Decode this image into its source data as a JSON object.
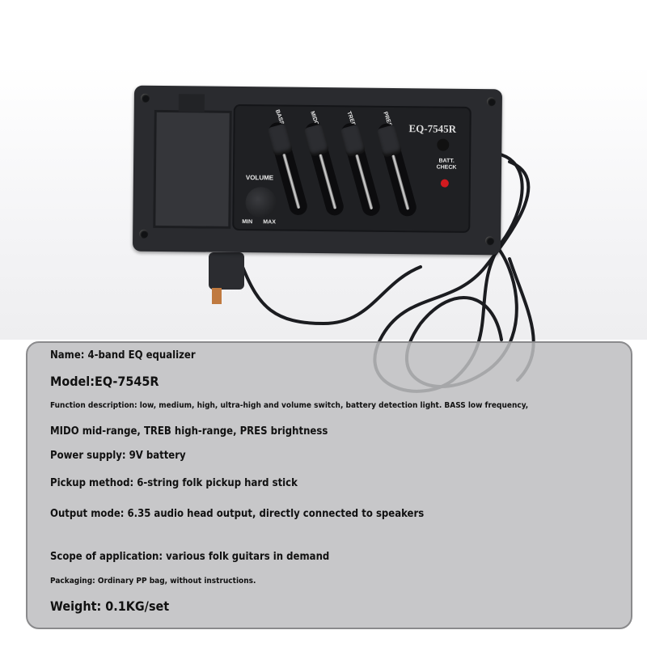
{
  "device": {
    "model": "EQ-7545R",
    "sliders": [
      "BASS",
      "MIDO.",
      "TREB.",
      "PRES."
    ],
    "volume": "VOLUME",
    "min": "MIN",
    "max": "MAX",
    "batt_check": "BATT. CHECK",
    "led_color": "#d21a1f"
  },
  "specs": {
    "name": "Name: 4-band EQ equalizer",
    "model": "Model:EQ-7545R",
    "function1": "Function description: low, medium, high, ultra-high and volume switch, battery detection light. BASS low frequency,",
    "function2": "MIDO mid-range, TREB high-range, PRES brightness",
    "power": "Power supply: 9V battery",
    "pickup": "Pickup method: 6-string folk pickup hard stick",
    "output": "Output mode: 6.35 audio head output, directly connected to speakers",
    "scope": "Scope of application: various folk guitars in demand",
    "packaging": "Packaging: Ordinary PP bag, without instructions.",
    "weight": "Weight: 0.1KG/set"
  }
}
